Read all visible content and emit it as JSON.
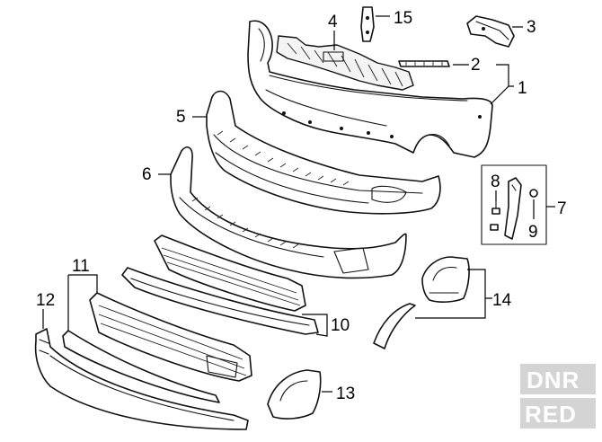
{
  "callouts": {
    "c1": "1",
    "c2": "2",
    "c3": "3",
    "c4": "4",
    "c5": "5",
    "c6": "6",
    "c7": "7",
    "c8": "8",
    "c9": "9",
    "c10": "10",
    "c11": "11",
    "c12": "12",
    "c13": "13",
    "c14": "14",
    "c15": "15"
  },
  "watermark": {
    "line1": "DNR",
    "line2": "RED"
  }
}
